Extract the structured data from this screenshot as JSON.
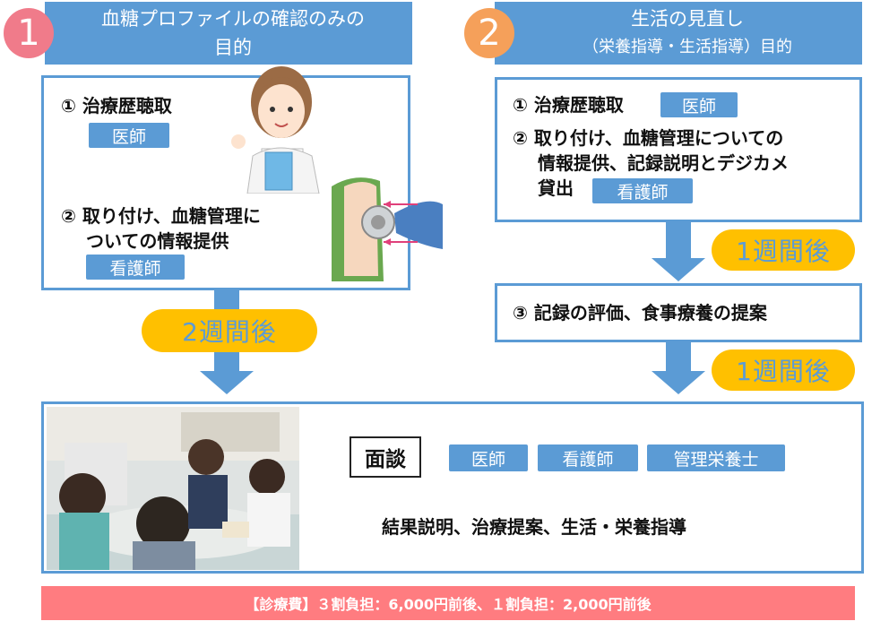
{
  "plan1": {
    "number": "1",
    "title_line1": "血糖プロファイルの確認のみの",
    "title_line2": "目的",
    "step1": "① 治療歴聴取",
    "step1_tag": "医師",
    "step2_line1": "② 取り付け、血糖管理に",
    "step2_line2": "ついての情報提供",
    "step2_tag": "看護師",
    "interval": "2週間後"
  },
  "plan2": {
    "number": "2",
    "title_line1": "生活の見直し",
    "title_line2": "（栄養指導・生活指導）目的",
    "step1": "① 治療歴聴取",
    "step1_tag": "医師",
    "step2_line1": "② 取り付け、血糖管理についての",
    "step2_line2": "情報提供、記録説明とデジカメ",
    "step2_line3": "貸出",
    "step2_tag": "看護師",
    "interval1": "1週間後",
    "step3": "③ 記録の評価、食事療養の提案",
    "interval2": "1週間後"
  },
  "interview": {
    "label": "面談",
    "tags": [
      "医師",
      "看護師",
      "管理栄養士"
    ],
    "description": "結果説明、治療提案、生活・栄養指導"
  },
  "fee": {
    "text": "【診療費】３割負担：6,000円前後、１割負担：2,000円前後"
  },
  "colors": {
    "blue": "#5b9bd5",
    "yellow": "#ffc000",
    "pink_circle": "#f07b8a",
    "orange_circle": "#f5a05a",
    "fee_bar": "#ff7c80"
  }
}
